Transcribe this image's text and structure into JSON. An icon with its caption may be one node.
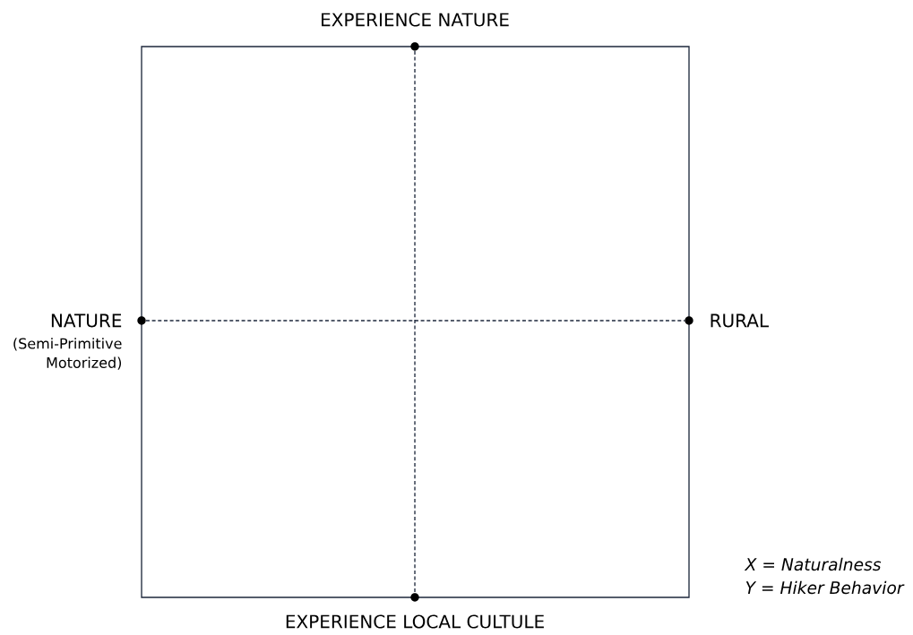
{
  "diagram": {
    "nodes": [
      {
        "text": [],
        "shape": "circle",
        "beside": [
          "EXPERIENCE NATURE"
        ]
      },
      {
        "text": [],
        "shape": "circle",
        "beside": [
          "EXPERIENCE LOCAL CULTULE"
        ]
      },
      {
        "text": [],
        "shape": "circle",
        "beside": [
          "NATURE",
          "(Semi-Primitive Motorized)"
        ]
      },
      {
        "text": [],
        "shape": "circle",
        "beside": [
          "RURAL"
        ]
      }
    ],
    "edges": [
      {
        "from": 0,
        "to": 1,
        "arrow": "none",
        "style": "dashed"
      },
      {
        "from": 2,
        "to": 3,
        "arrow": "none",
        "style": "dashed"
      }
    ],
    "labels": [
      "X = Naturalness",
      "Y = Hiker Behavior"
    ]
  }
}
